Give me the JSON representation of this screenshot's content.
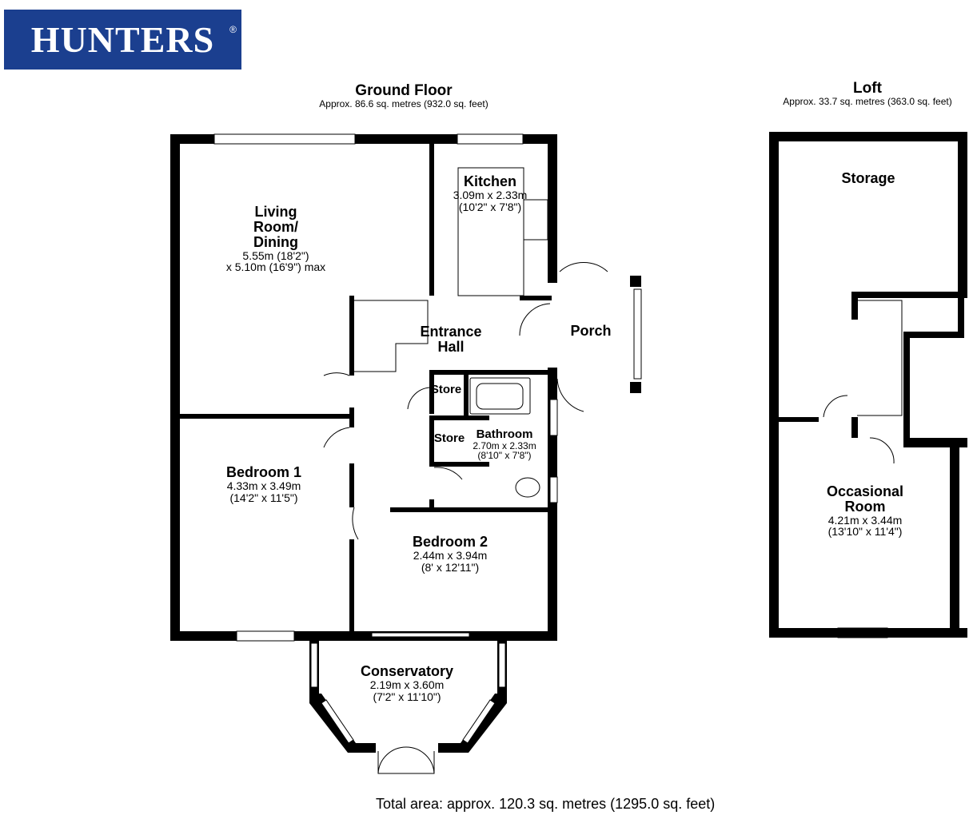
{
  "logo": {
    "text": "HUNTERS",
    "mark": "®",
    "color": "#1b3f8f"
  },
  "ground_floor": {
    "title": "Ground Floor",
    "area": "Approx. 86.6 sq. metres (932.0 sq. feet)",
    "rooms": {
      "living": {
        "name1": "Living",
        "name2": "Room/",
        "name3": "Dining",
        "dim1": "5.55m (18'2\")",
        "dim2": "x 5.10m (16'9\") max"
      },
      "kitchen": {
        "name": "Kitchen",
        "dim1": "3.09m x 2.33m",
        "dim2": "(10'2\" x 7'8\")"
      },
      "hall": {
        "name1": "Entrance",
        "name2": "Hall"
      },
      "porch": {
        "name": "Porch"
      },
      "store1": {
        "name": "Store"
      },
      "store2": {
        "name": "Store"
      },
      "bathroom": {
        "name": "Bathroom",
        "dim1": "2.70m x 2.33m",
        "dim2": "(8'10\" x 7'8\")"
      },
      "bedroom1": {
        "name": "Bedroom 1",
        "dim1": "4.33m x 3.49m",
        "dim2": "(14'2\" x 11'5\")"
      },
      "bedroom2": {
        "name": "Bedroom 2",
        "dim1": "2.44m x 3.94m",
        "dim2": "(8' x 12'11\")"
      },
      "conservatory": {
        "name": "Conservatory",
        "dim1": "2.19m x 3.60m",
        "dim2": "(7'2\" x 11'10\")"
      }
    }
  },
  "loft": {
    "title": "Loft",
    "area": "Approx. 33.7 sq. metres (363.0 sq. feet)",
    "rooms": {
      "storage": {
        "name": "Storage"
      },
      "occasional": {
        "name1": "Occasional",
        "name2": "Room",
        "dim1": "4.21m x 3.44m",
        "dim2": "(13'10\" x 11'4\")"
      }
    }
  },
  "total": "Total area: approx. 120.3 sq. metres (1295.0 sq. feet)"
}
